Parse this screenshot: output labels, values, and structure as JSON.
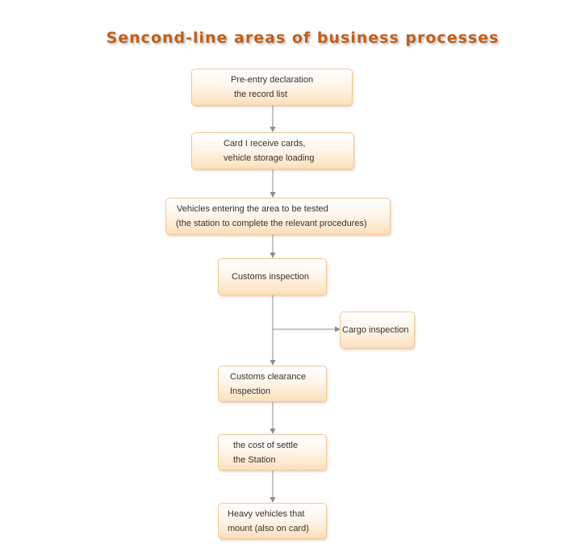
{
  "title": "Sencond-line areas of business processes",
  "nodes": {
    "pre_entry": {
      "line1": "Pre-entry declaration",
      "line2": "the record list"
    },
    "card_receive": {
      "line1": "Card I receive cards,",
      "line2": "vehicle storage loading"
    },
    "vehicles_entering": {
      "line1": "Vehicles entering the area to be tested",
      "line2": "(the station to complete the relevant procedures)"
    },
    "customs_inspection": {
      "line1": "Customs inspection"
    },
    "cargo_inspection": {
      "line1": "Cargo inspection"
    },
    "customs_clearance": {
      "line1": "Customs clearance",
      "line2": "Inspection"
    },
    "cost_settle": {
      "line1": "the cost of settle",
      "line2": "the Station"
    },
    "heavy_vehicles": {
      "line1": "Heavy vehicles that",
      "line2": "mount (also on card)"
    }
  },
  "colors": {
    "title": "#c0601a",
    "node_border": "#f0c79a",
    "node_fill_bottom": "#fde0bc",
    "connector": "#8c8c8c"
  }
}
